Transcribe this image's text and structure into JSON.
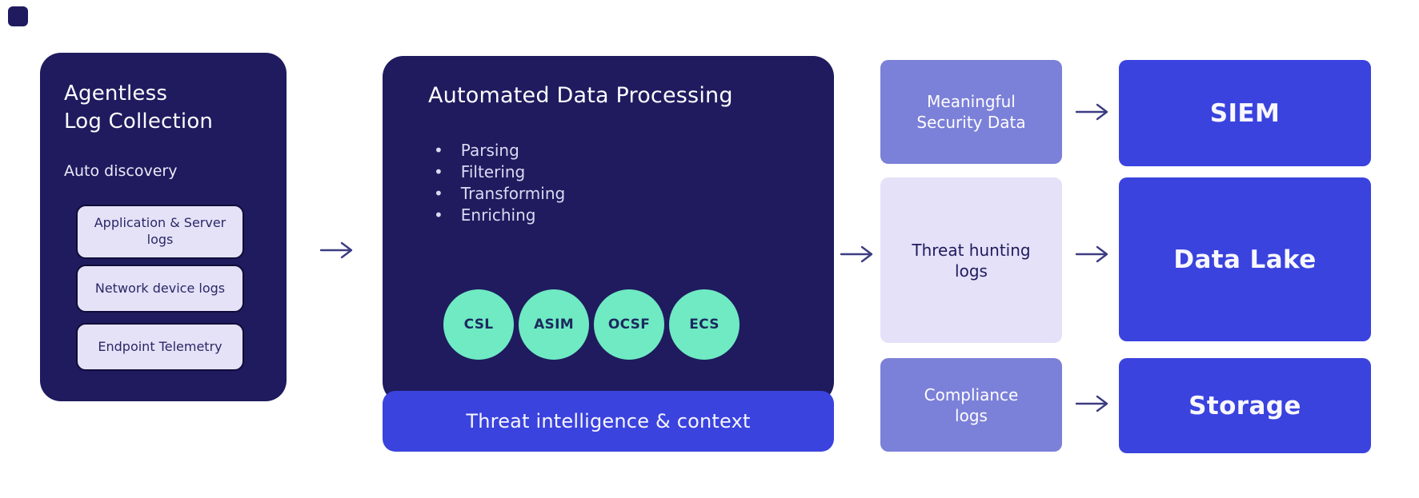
{
  "diagram": {
    "left_panel": {
      "title": "Agentless\nLog Collection",
      "subtitle": "Auto discovery",
      "sources": [
        "Application & Server logs",
        "Network device logs",
        "Endpoint Telemetry"
      ]
    },
    "middle_panel": {
      "title": "Automated Data Processing",
      "bullets": [
        "Parsing",
        "Filtering",
        "Transforming",
        "Enriching"
      ],
      "formats": [
        "CSL",
        "ASIM",
        "OCSF",
        "ECS"
      ],
      "bar_label": "Threat intelligence & context"
    },
    "outputs": [
      {
        "label": "Meaningful Security Data",
        "destination": "SIEM"
      },
      {
        "label": "Threat hunting logs",
        "destination": "Data Lake"
      },
      {
        "label": "Compliance logs",
        "destination": "Storage"
      }
    ],
    "colors": {
      "navy": "#1f1b5e",
      "royal_blue": "#3a43de",
      "purple": "#7b80d8",
      "lavender": "#e4e1f8",
      "mint": "#6feac3",
      "arrow": "#3c3c82"
    }
  }
}
